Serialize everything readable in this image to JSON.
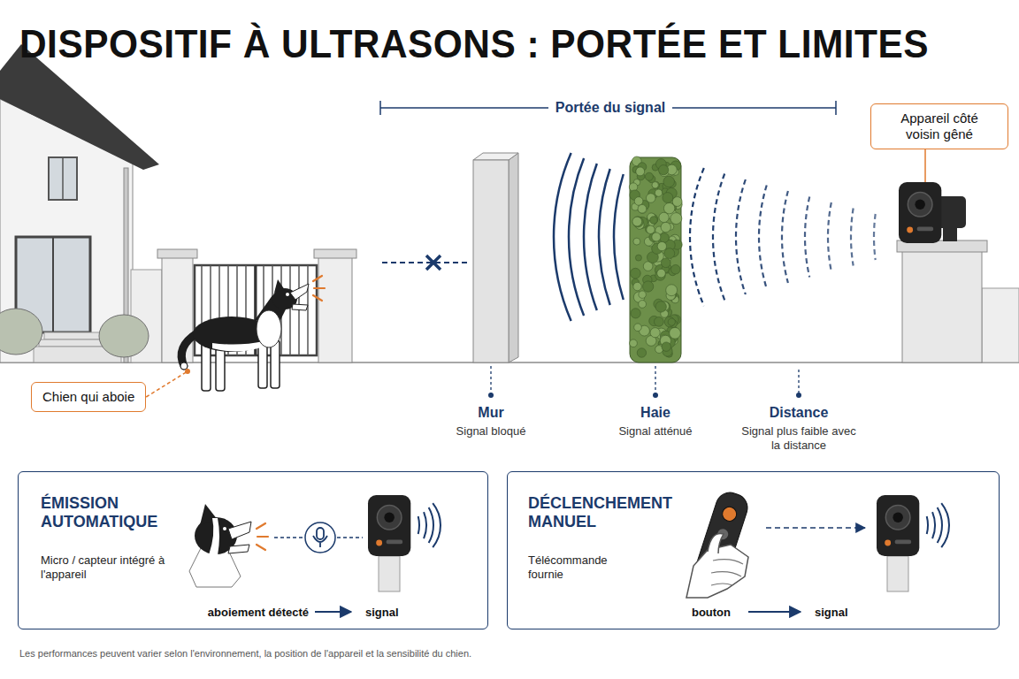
{
  "diagram": {
    "title": "DISPOSITIF À ULTRASONS : PORTÉE ET LIMITES",
    "caption": "Les performances peuvent varier selon l'environnement, la position de l'appareil et la sensibilité du chien.",
    "nodes": [
      {
        "text": [
          "Appareil côté voisin gêné"
        ]
      },
      {
        "text": [
          "Chien qui aboie"
        ]
      },
      {
        "text": [
          "ÉMISSION AUTOMATIQUE",
          "Micro / capteur intégré à l'appareil",
          "aboiement détecté",
          "signal"
        ]
      },
      {
        "text": [
          "DÉCLENCHEMENT MANUEL",
          "Télécommande fournie",
          "bouton",
          "signal"
        ]
      }
    ],
    "labels": [
      "Portée du signal",
      "Mur",
      "Signal bloqué",
      "Haie",
      "Signal atténué",
      "Distance",
      "Signal plus faible avec la distance"
    ]
  }
}
